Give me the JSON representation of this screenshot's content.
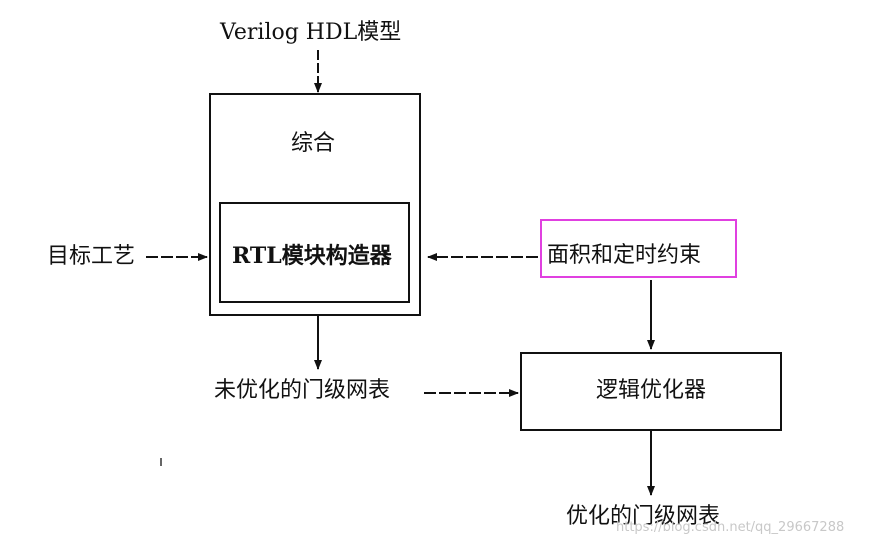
{
  "nodes": {
    "input_model": "Verilog HDL模型",
    "synthesis": "综合",
    "rtl_builder": "RTL模块构造器",
    "target_process": "目标工艺",
    "constraints": "面积和定时约束",
    "unoptimized_netlist": "未优化的门级网表",
    "logic_optimizer": "逻辑优化器",
    "optimized_netlist": "优化的门级网表"
  },
  "watermark": "https://blog.csdn.net/qq_29667288",
  "colors": {
    "line": "#111111",
    "highlight": "#e040e0",
    "watermark": "#c8c8c8"
  }
}
